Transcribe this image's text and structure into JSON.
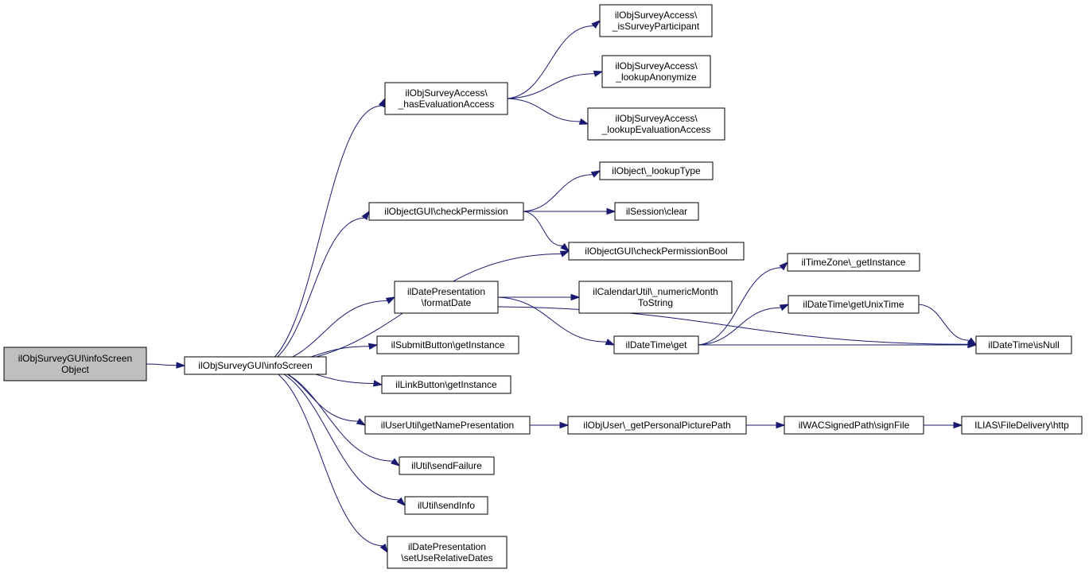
{
  "diagram": {
    "type": "call-graph",
    "colors": {
      "edge": "#191970",
      "node_border": "#000000",
      "root_fill": "#bfbfbf",
      "node_fill": "#ffffff"
    },
    "nodes": [
      {
        "id": "root",
        "lines": [
          "ilObjSurveyGUI\\infoScreen",
          "Object"
        ],
        "root": true
      },
      {
        "id": "infoScreen",
        "lines": [
          "ilObjSurveyGUI\\infoScreen"
        ]
      },
      {
        "id": "hasEval",
        "lines": [
          "ilObjSurveyAccess\\",
          "_hasEvaluationAccess"
        ]
      },
      {
        "id": "isPart",
        "lines": [
          "ilObjSurveyAccess\\",
          "_isSurveyParticipant"
        ]
      },
      {
        "id": "lookAnon",
        "lines": [
          "ilObjSurveyAccess\\",
          "_lookupAnonymize"
        ]
      },
      {
        "id": "lookEval",
        "lines": [
          "ilObjSurveyAccess\\",
          "_lookupEvaluationAccess"
        ]
      },
      {
        "id": "checkPerm",
        "lines": [
          "ilObjectGUI\\checkPermission"
        ]
      },
      {
        "id": "lookupType",
        "lines": [
          "ilObject\\_lookupType"
        ]
      },
      {
        "id": "sessClear",
        "lines": [
          "ilSession\\clear"
        ]
      },
      {
        "id": "checkPermBool",
        "lines": [
          "ilObjectGUI\\checkPermissionBool"
        ]
      },
      {
        "id": "formatDate",
        "lines": [
          "ilDatePresentation",
          "\\formatDate"
        ]
      },
      {
        "id": "numMonth",
        "lines": [
          "ilCalendarUtil\\_numericMonth",
          "ToString"
        ]
      },
      {
        "id": "dtGet",
        "lines": [
          "ilDateTime\\get"
        ]
      },
      {
        "id": "tzInst",
        "lines": [
          "ilTimeZone\\_getInstance"
        ]
      },
      {
        "id": "unixTime",
        "lines": [
          "ilDateTime\\getUnixTime"
        ]
      },
      {
        "id": "isNull",
        "lines": [
          "ilDateTime\\isNull"
        ]
      },
      {
        "id": "submitBtn",
        "lines": [
          "ilSubmitButton\\getInstance"
        ]
      },
      {
        "id": "linkBtn",
        "lines": [
          "ilLinkButton\\getInstance"
        ]
      },
      {
        "id": "namePres",
        "lines": [
          "ilUserUtil\\getNamePresentation"
        ]
      },
      {
        "id": "picPath",
        "lines": [
          "ilObjUser\\_getPersonalPicturePath"
        ]
      },
      {
        "id": "signFile",
        "lines": [
          "ilWACSignedPath\\signFile"
        ]
      },
      {
        "id": "http",
        "lines": [
          "ILIAS\\FileDelivery\\http"
        ]
      },
      {
        "id": "sendFail",
        "lines": [
          "ilUtil\\sendFailure"
        ]
      },
      {
        "id": "sendInfo",
        "lines": [
          "ilUtil\\sendInfo"
        ]
      },
      {
        "id": "relDates",
        "lines": [
          "ilDatePresentation",
          "\\setUseRelativeDates"
        ]
      }
    ],
    "edges": [
      [
        "root",
        "infoScreen"
      ],
      [
        "infoScreen",
        "hasEval"
      ],
      [
        "infoScreen",
        "checkPerm"
      ],
      [
        "infoScreen",
        "checkPermBool"
      ],
      [
        "infoScreen",
        "formatDate"
      ],
      [
        "infoScreen",
        "submitBtn"
      ],
      [
        "infoScreen",
        "linkBtn"
      ],
      [
        "infoScreen",
        "namePres"
      ],
      [
        "infoScreen",
        "sendFail"
      ],
      [
        "infoScreen",
        "sendInfo"
      ],
      [
        "infoScreen",
        "relDates"
      ],
      [
        "hasEval",
        "isPart"
      ],
      [
        "hasEval",
        "lookAnon"
      ],
      [
        "hasEval",
        "lookEval"
      ],
      [
        "checkPerm",
        "lookupType"
      ],
      [
        "checkPerm",
        "sessClear"
      ],
      [
        "checkPerm",
        "checkPermBool"
      ],
      [
        "formatDate",
        "numMonth"
      ],
      [
        "formatDate",
        "dtGet"
      ],
      [
        "formatDate",
        "isNull"
      ],
      [
        "dtGet",
        "tzInst"
      ],
      [
        "dtGet",
        "unixTime"
      ],
      [
        "dtGet",
        "isNull"
      ],
      [
        "unixTime",
        "isNull"
      ],
      [
        "namePres",
        "picPath"
      ],
      [
        "picPath",
        "signFile"
      ],
      [
        "signFile",
        "http"
      ]
    ]
  }
}
